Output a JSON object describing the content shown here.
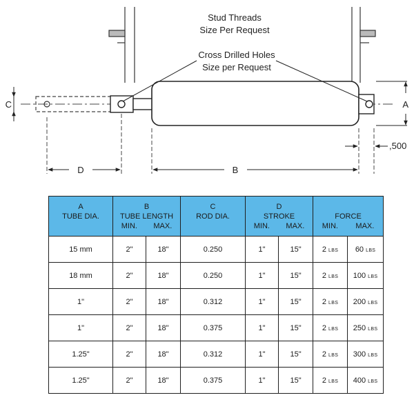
{
  "drawing": {
    "note_threads_line1": "Stud Threads",
    "note_threads_line2": "Size Per Request",
    "note_holes_line1": "Cross Drilled Holes",
    "note_holes_line2": "Size per Request",
    "dim_a": "A",
    "dim_b": "B",
    "dim_c": "C",
    "dim_d": "D",
    "dim_500": ",500"
  },
  "table": {
    "headers": {
      "a_letter": "A",
      "a_name": "TUBE DIA.",
      "b_letter": "B",
      "b_name": "TUBE LENGTH",
      "b_min": "MIN.",
      "b_max": "MAX.",
      "c_letter": "C",
      "c_name": "ROD DIA.",
      "d_letter": "D",
      "d_name": "STROKE",
      "d_min": "MIN.",
      "d_max": "MAX.",
      "f_name": "FORCE",
      "f_min": "MIN.",
      "f_max": "MAX."
    },
    "unit": "LBS",
    "rows": [
      {
        "tube": "15 mm",
        "len_min": "2\"",
        "len_max": "18\"",
        "rod": "0.250",
        "stroke_min": "1\"",
        "stroke_max": "15\"",
        "force_min": "2",
        "force_max": "60"
      },
      {
        "tube": "18 mm",
        "len_min": "2\"",
        "len_max": "18\"",
        "rod": "0.250",
        "stroke_min": "1\"",
        "stroke_max": "15\"",
        "force_min": "2",
        "force_max": "100"
      },
      {
        "tube": "1\"",
        "len_min": "2\"",
        "len_max": "18\"",
        "rod": "0.312",
        "stroke_min": "1\"",
        "stroke_max": "15\"",
        "force_min": "2",
        "force_max": "200"
      },
      {
        "tube": "1\"",
        "len_min": "2\"",
        "len_max": "18\"",
        "rod": "0.375",
        "stroke_min": "1\"",
        "stroke_max": "15\"",
        "force_min": "2",
        "force_max": "250"
      },
      {
        "tube": "1.25\"",
        "len_min": "2\"",
        "len_max": "18\"",
        "rod": "0.312",
        "stroke_min": "1\"",
        "stroke_max": "15\"",
        "force_min": "2",
        "force_max": "300"
      },
      {
        "tube": "1.25\"",
        "len_min": "2\"",
        "len_max": "18\"",
        "rod": "0.375",
        "stroke_min": "1\"",
        "stroke_max": "15\"",
        "force_min": "2",
        "force_max": "400"
      }
    ]
  }
}
